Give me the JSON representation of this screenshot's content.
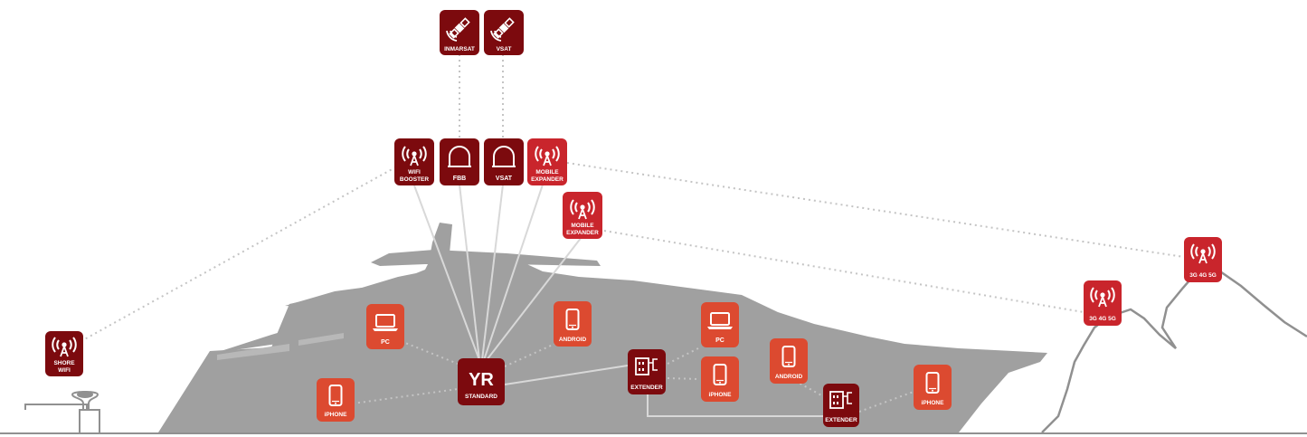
{
  "colors": {
    "dark": "#7c0a0e",
    "red": "#c9252c",
    "orange": "#dc4a30",
    "yacht": "#a0a0a0",
    "links": "#bcbcbc",
    "terrain": "#909090"
  },
  "nodes": {
    "inmarsat": {
      "label": "INMARSAT",
      "icon": "satellite-icon"
    },
    "vsat_sat": {
      "label": "VSAT",
      "icon": "satellite-icon"
    },
    "wifi_booster": {
      "line1": "WIFI",
      "line2": "BOOSTER",
      "icon": "antenna-icon"
    },
    "fbb": {
      "label": "FBB",
      "icon": "dome-icon"
    },
    "vsat_dome": {
      "label": "VSAT",
      "icon": "dome-icon"
    },
    "mobile_expander_1": {
      "line1": "MOBILE",
      "line2": "EXPANDER",
      "icon": "antenna-icon"
    },
    "mobile_expander_2": {
      "line1": "MOBILE",
      "line2": "EXPANDER",
      "icon": "antenna-icon"
    },
    "shore_wifi": {
      "line1": "SHORE",
      "line2": "WIFI",
      "icon": "antenna-icon"
    },
    "cell_tower_1": {
      "label": "3G 4G 5G",
      "icon": "antenna-icon"
    },
    "cell_tower_2": {
      "label": "3G 4G 5G",
      "icon": "antenna-icon"
    },
    "router": {
      "main": "YR",
      "sub": "STANDARD"
    },
    "pc_1": {
      "label": "PC",
      "icon": "laptop-icon"
    },
    "pc_2": {
      "label": "PC",
      "icon": "laptop-icon"
    },
    "android_1": {
      "label": "ANDROID",
      "icon": "phone-icon"
    },
    "android_2": {
      "label": "ANDROID",
      "icon": "phone-icon"
    },
    "iphone_1": {
      "label": "iPHONE",
      "icon": "phone-icon"
    },
    "iphone_2": {
      "label": "iPHONE",
      "icon": "phone-icon"
    },
    "iphone_3": {
      "label": "iPHONE",
      "icon": "phone-icon"
    },
    "extender_1": {
      "label": "EXTENDER",
      "icon": "extender-icon"
    },
    "extender_2": {
      "label": "EXTENDER",
      "icon": "extender-icon"
    }
  }
}
